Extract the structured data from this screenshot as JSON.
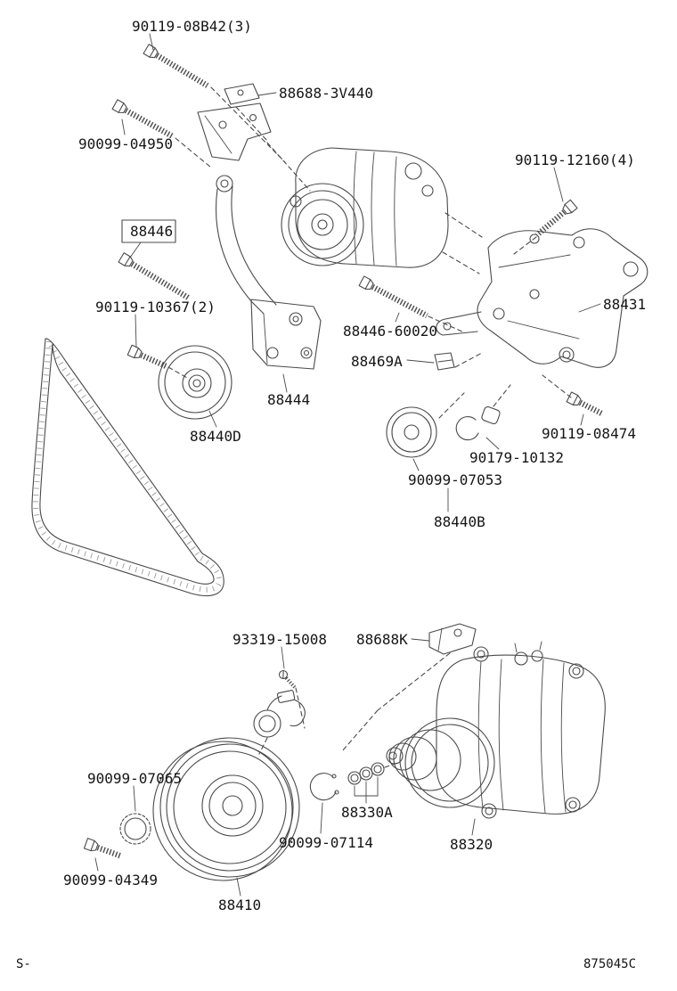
{
  "page": {
    "footer_left": "S-",
    "doc_code": "875045C"
  },
  "colors": {
    "line": "#4a4a4a",
    "label": "#151515",
    "background": "#ffffff"
  },
  "parts": {
    "bolt_90119_08b42": "90119-08B42(3)",
    "bracket_88688_3v440": "88688-3V440",
    "bolt_90099_04950": "90099-04950",
    "bolt_90119_12160": "90119-12160(4)",
    "belt_88446": "88446",
    "bolt_90119_10367": "90119-10367(2)",
    "bracket_88431": "88431",
    "stud_88446_60020": "88446-60020",
    "cushion_88469a": "88469A",
    "bracket_88444": "88444",
    "pulley_88440d": "88440D",
    "bolt_90119_08474": "90119-08474",
    "snap_ring_90179_10132": "90179-10132",
    "washer_90099_07053": "90099-07053",
    "pulley_88440b": "88440B",
    "screw_93319_15008": "93319-15008",
    "bracket_88688k": "88688K",
    "shim_90099_07065": "90099-07065",
    "oring_88330a": "88330A",
    "snap_ring_90099_07114": "90099-07114",
    "compressor_88320": "88320",
    "bolt_90099_04349": "90099-04349",
    "clutch_88410": "88410"
  }
}
